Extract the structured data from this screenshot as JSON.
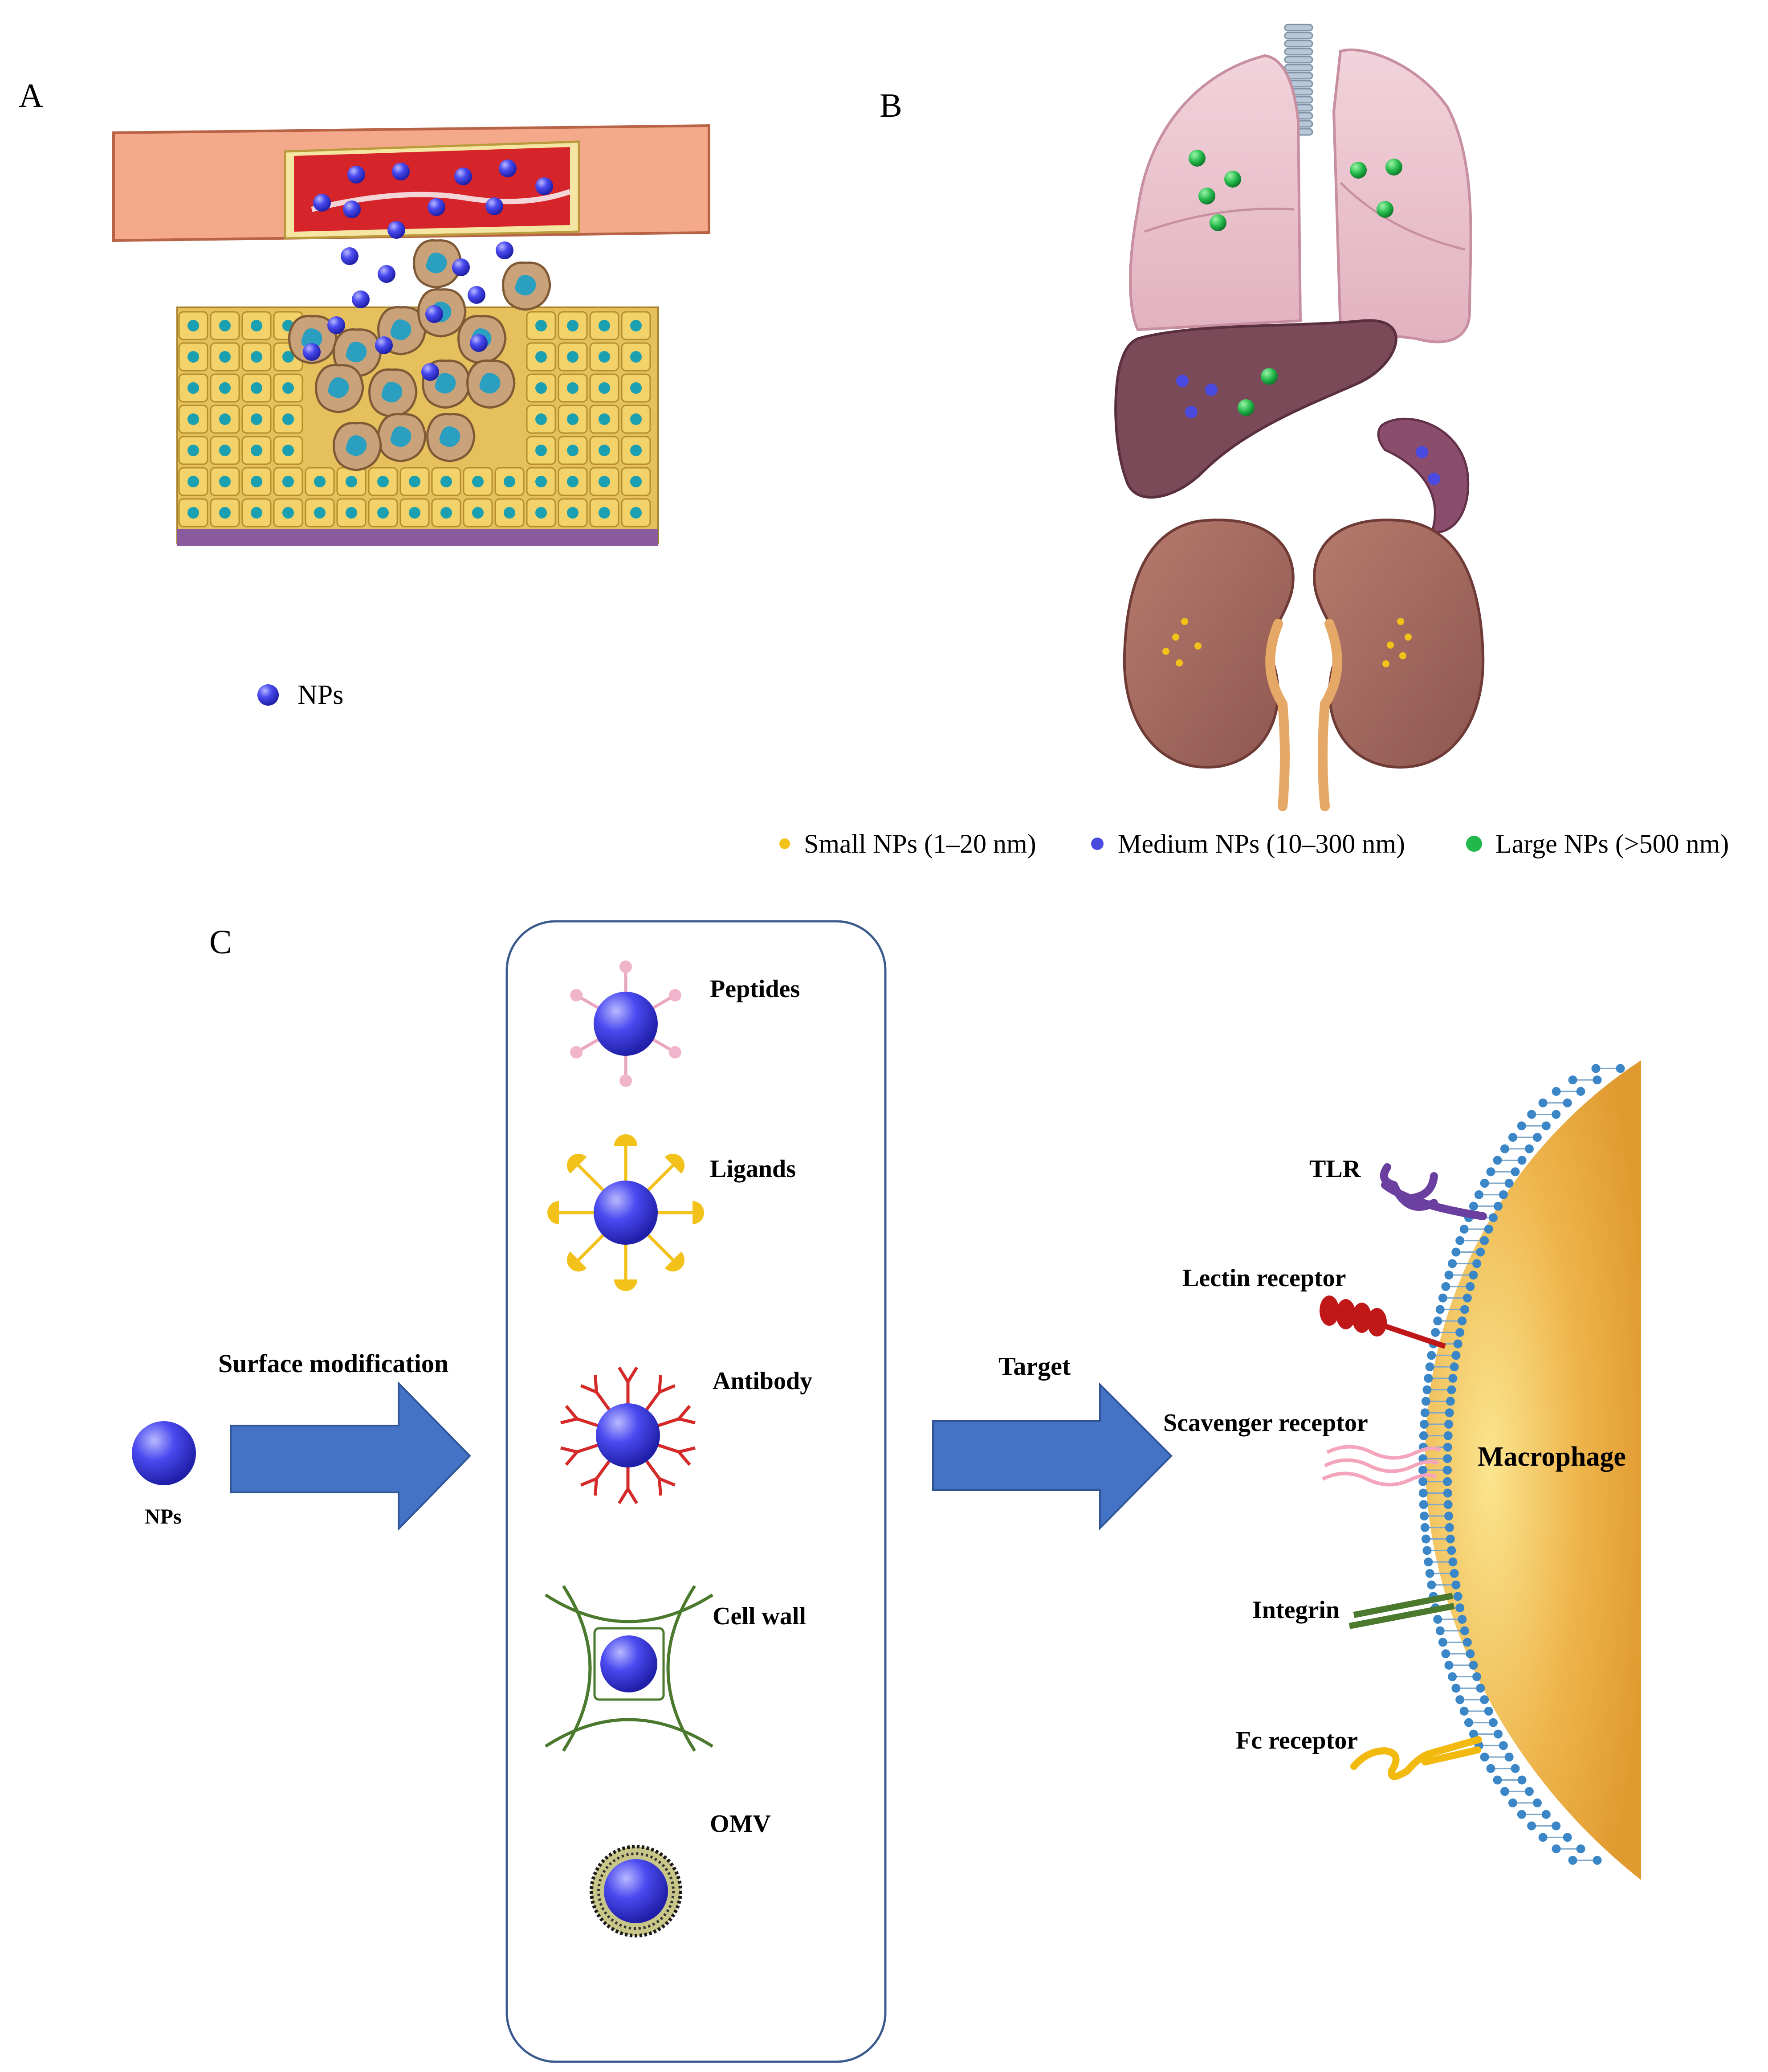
{
  "panels": {
    "a": {
      "letter": "A",
      "legend": "NPs"
    },
    "b": {
      "letter": "B",
      "legend": [
        {
          "label": "Small NPs (1–20 nm)",
          "color": "#f2c21b"
        },
        {
          "label": "Medium NPs (10–300 nm)",
          "color": "#4a4ae0"
        },
        {
          "label": "Large NPs (>500 nm)",
          "color": "#22b84a"
        }
      ]
    },
    "c": {
      "letter": "C",
      "np_label": "NPs",
      "arrow1_label": "Surface modification",
      "arrow2_label": "Target",
      "modifications": [
        "Peptides",
        "Ligands",
        "Antibody",
        "Cell wall",
        "OMV"
      ],
      "receptors": [
        "TLR",
        "Lectin receptor",
        "Scavenger receptor",
        "Integrin",
        "Fc receptor"
      ],
      "cell_label": "Macrophage"
    }
  },
  "colors": {
    "np_blue": "#3a3ae8",
    "arrow_blue": "#4472c4",
    "macrophage": "#e6a53c",
    "membrane": "#3b86c6"
  }
}
